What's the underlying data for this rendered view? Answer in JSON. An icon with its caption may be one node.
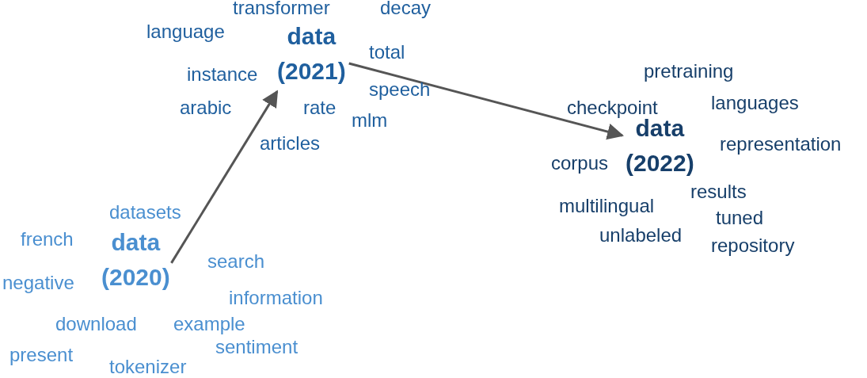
{
  "diagram": {
    "nodes": [
      {
        "text": [
          "data (2020)"
        ],
        "beside": [
          "datasets",
          "french",
          "negative",
          "search",
          "information",
          "download",
          "example",
          "present",
          "sentiment",
          "tokenizer"
        ]
      },
      {
        "text": [
          "data (2021)"
        ],
        "beside": [
          "transformer",
          "decay",
          "language",
          "total",
          "instance",
          "speech",
          "arabic",
          "rate",
          "mlm",
          "articles"
        ]
      },
      {
        "text": [
          "data (2022)"
        ],
        "beside": [
          "pretraining",
          "checkpoint",
          "languages",
          "representation",
          "corpus",
          "results",
          "multilingual",
          "tuned",
          "unlabeled",
          "repository"
        ]
      }
    ],
    "edges": [
      {
        "from": 0,
        "to": 1,
        "arrow": "to"
      },
      {
        "from": 1,
        "to": 2,
        "arrow": "to"
      }
    ]
  }
}
